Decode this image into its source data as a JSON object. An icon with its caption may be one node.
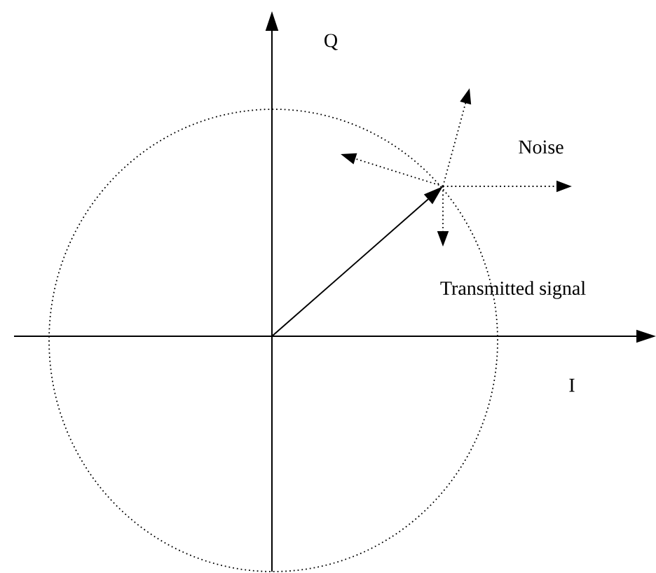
{
  "diagram": {
    "labels": [
      "Q",
      "Noise",
      "Transmitted signal",
      "I"
    ]
  }
}
